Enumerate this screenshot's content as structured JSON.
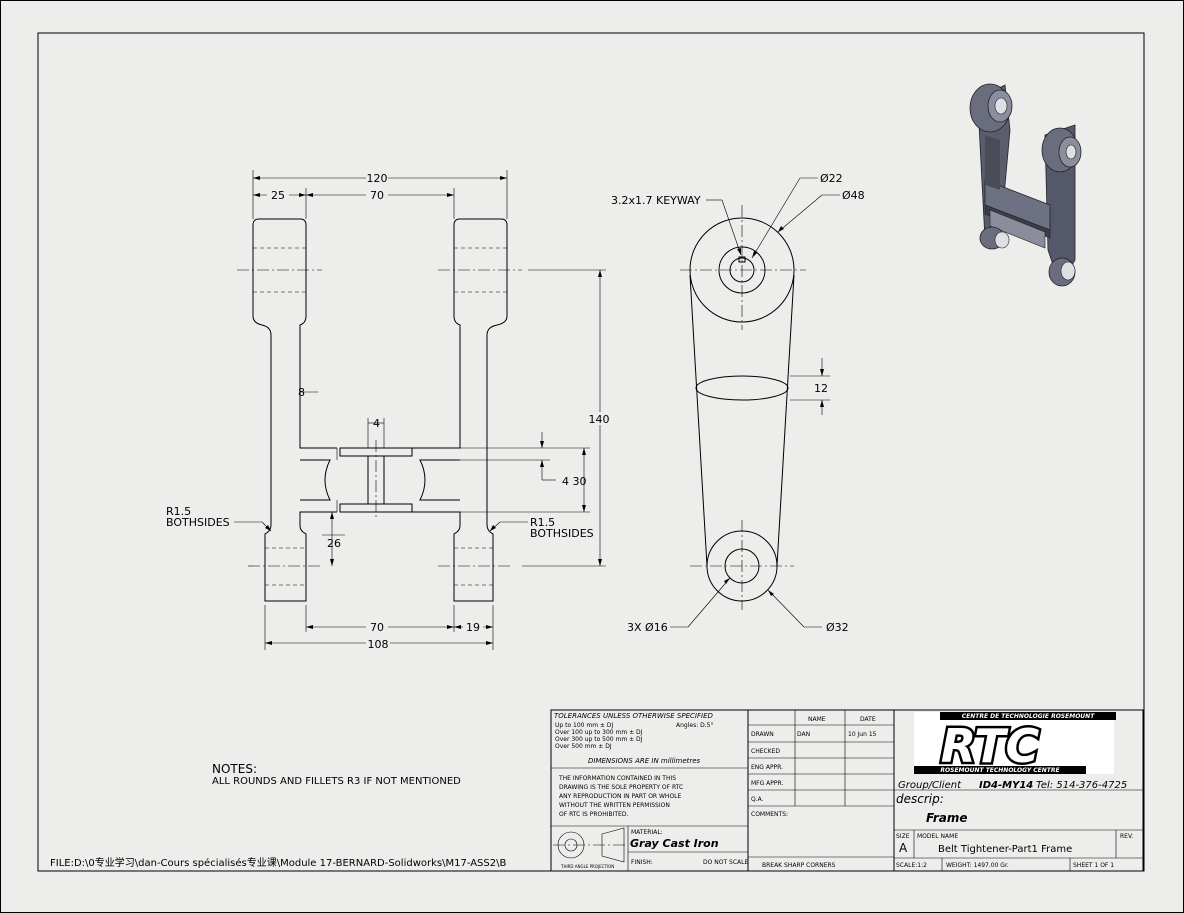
{
  "front_view": {
    "dims": {
      "overall_top": "120",
      "left_lug": "25",
      "top_gap": "70",
      "web": "8",
      "pin_dia": "4",
      "thickness": "140",
      "bottom_gap": "70",
      "bottom_lug": "19",
      "overall_bottom": "108",
      "lug_height": "26",
      "crossbar": "4 30"
    },
    "notes": {
      "left_radius_1": "R1.5",
      "left_radius_2": "BOTHSIDES",
      "right_radius_1": "R1.5",
      "right_radius_2": "BOTHSIDES"
    }
  },
  "side_view": {
    "keyway": "3.2x1.7 KEYWAY",
    "top_inner_dia": "Ø22",
    "top_outer_dia": "Ø48",
    "section_width": "12",
    "bottom_hole": "3X Ø16",
    "bottom_outer_dia": "Ø32"
  },
  "notes": {
    "title": "NOTES:",
    "line1": "ALL ROUNDS AND FILLETS R3 IF NOT MENTIONED"
  },
  "file_path": "FILE:D:\\0专业学习\\dan-Cours spécialisés专业课\\Module 17-BERNARD-Solidworks\\M17-ASS2\\B",
  "title_block": {
    "tolerances_title": "TOLERANCES UNLESS OTHERWISE SPECIFIED",
    "tol_lines": [
      "Up to 100 mm      ± DJ",
      "Over 100 up to 300 mm ± DJ",
      "Over 300 up to 500 mm ± DJ",
      "Over 500 mm       ± DJ"
    ],
    "angles": "Angles: D.5°",
    "dimensions": "DIMENSIONS ARE IN millimetres",
    "proprietary": [
      "THE INFORMATION CONTAINED IN THIS",
      "DRAWING IS THE SOLE PROPERTY OF RTC",
      "ANY REPRODUCTION IN PART OR WHOLE",
      "WITHOUT THE WRITTEN PERMISSION",
      "OF RTC IS PROHIBITED."
    ],
    "name_header": "NAME",
    "date_header": "DATE",
    "rows": [
      {
        "label": "DRAWN",
        "name": "DAN",
        "date": "10 Jun 15"
      },
      {
        "label": "CHECKED",
        "name": "",
        "date": ""
      },
      {
        "label": "ENG APPR.",
        "name": "",
        "date": ""
      },
      {
        "label": "MFG APPR.",
        "name": "",
        "date": ""
      },
      {
        "label": "Q.A.",
        "name": "",
        "date": ""
      }
    ],
    "comments": "COMMENTS:",
    "material_label": "MATERIAL:",
    "material": "Gray Cast Iron",
    "finish": "FINISH:",
    "scale_note": "DO NOT SCALE",
    "third_angle": "THIRD ANGLE PROJECTION",
    "break_corners": "BREAK SHARP CORNERS",
    "logo_top": "CENTRE DE TECHNOLOGIE ROSEMOUNT",
    "logo_text": "RTC",
    "logo_bottom": "ROSEMOUNT TECHNOLOGY CENTRE",
    "group_label": "Group/Client",
    "group_code": "ID4-MY14",
    "tel": "Tel: 514-376-4725",
    "descrip_label": "descrip:",
    "descrip": "Frame",
    "size_label": "SIZE",
    "size": "A",
    "model_label": "MODEL NAME",
    "model": "Belt Tightener-Part1 Frame",
    "rev_label": "REV.",
    "scale": "SCALE:1:2",
    "weight": "WEIGHT: 1497.00 Gr.",
    "sheet": "SHEET 1 OF 1"
  }
}
